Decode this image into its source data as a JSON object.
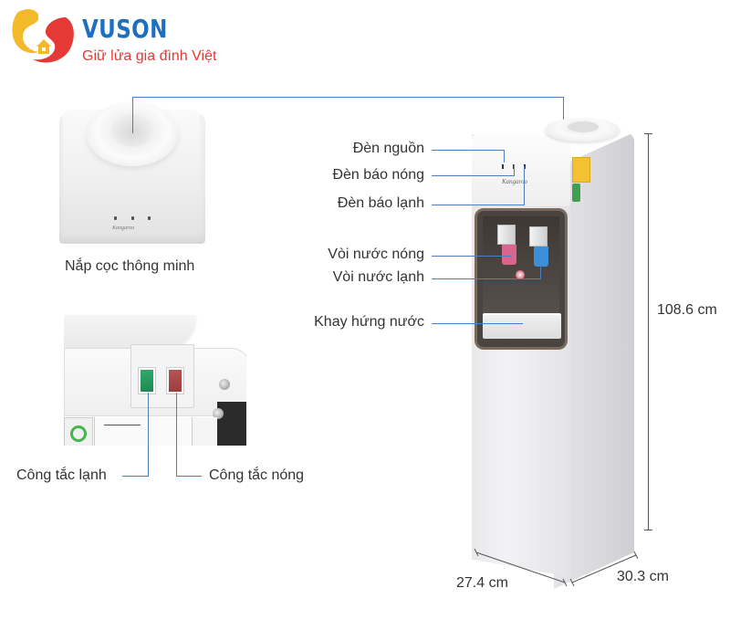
{
  "logo": {
    "brand": "VUSON",
    "slogan": "Giữ lửa gia đình Việt",
    "colors": {
      "brand_blue": "#1f6fbf",
      "slogan_red": "#e53935",
      "mark_yellow": "#f2b92b",
      "mark_red": "#e53935"
    }
  },
  "insets": {
    "lid": {
      "caption": "Nắp cọc thông minh",
      "brand_text": "Kangaroo"
    },
    "switches": {
      "cold_label": "Công tắc lạnh",
      "hot_label": "Công tắc nóng",
      "colors": {
        "cold_switch": "#2fa86a",
        "hot_switch": "#b85454"
      }
    }
  },
  "callouts": {
    "power_light": "Đèn nguồn",
    "hot_indicator": "Đèn báo nóng",
    "cold_indicator": "Đèn báo lạnh",
    "hot_tap": "Vòi nước nóng",
    "cold_tap": "Vòi nước lạnh",
    "drip_tray": "Khay hứng nước"
  },
  "dimensions": {
    "height": "108.6 cm",
    "width": "27.4 cm",
    "depth": "30.3 cm"
  },
  "product": {
    "brand_text": "Kangaroo",
    "colors": {
      "hot_tap": "#d9658f",
      "cold_tap": "#3b8fd6",
      "leader_line": "#4a7fc1"
    }
  }
}
